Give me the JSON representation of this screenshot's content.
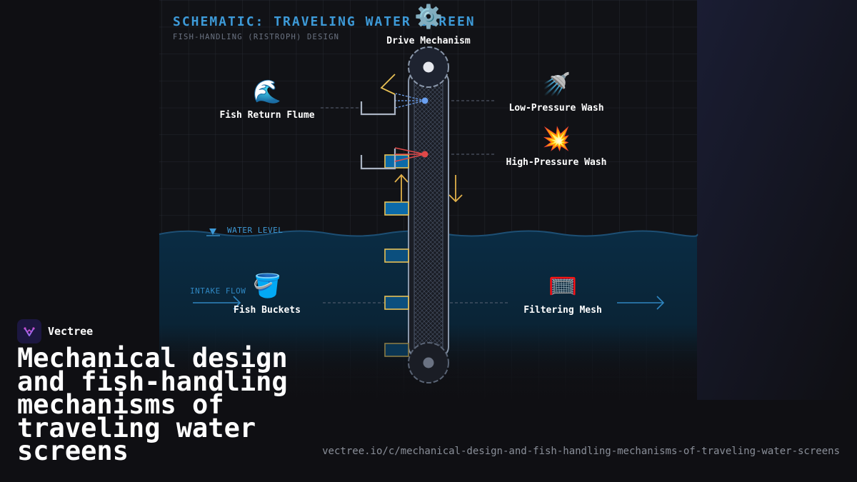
{
  "diagram": {
    "title": "SCHEMATIC: TRAVELING WATER SCREEN",
    "subtitle": "FISH-HANDLING (RISTROPH) DESIGN",
    "water_level_label": "WATER LEVEL",
    "intake_flow_label": "INTAKE FLOW",
    "components": {
      "drive_mechanism": {
        "label": "Drive Mechanism",
        "icon": "gear-icon",
        "emoji": "⚙️"
      },
      "fish_return_flume": {
        "label": "Fish Return Flume",
        "icon": "wave-icon",
        "emoji": "🌊"
      },
      "low_pressure_wash": {
        "label": "Low-Pressure Wash",
        "icon": "shower-icon",
        "emoji": "🚿"
      },
      "high_pressure_wash": {
        "label": "High-Pressure Wash",
        "icon": "burst-icon",
        "emoji": "💥"
      },
      "fish_buckets": {
        "label": "Fish Buckets",
        "icon": "bucket-icon",
        "emoji": "🪣"
      },
      "filtering_mesh": {
        "label": "Filtering Mesh",
        "icon": "net-icon",
        "emoji": "🥅"
      }
    },
    "colors": {
      "accent": "#3d9ad8",
      "water": "#0a2a40",
      "bucket": "#e8c155",
      "low_pressure": "#6aa0f0",
      "high_pressure": "#e04848",
      "frame": "#8a97aa"
    }
  },
  "brand": {
    "name": "Vectree"
  },
  "headline": "Mechanical design and fish-handling mechanisms of traveling water screens",
  "url": "vectree.io/c/mechanical-design-and-fish-handling-mechanisms-of-traveling-water-screens"
}
